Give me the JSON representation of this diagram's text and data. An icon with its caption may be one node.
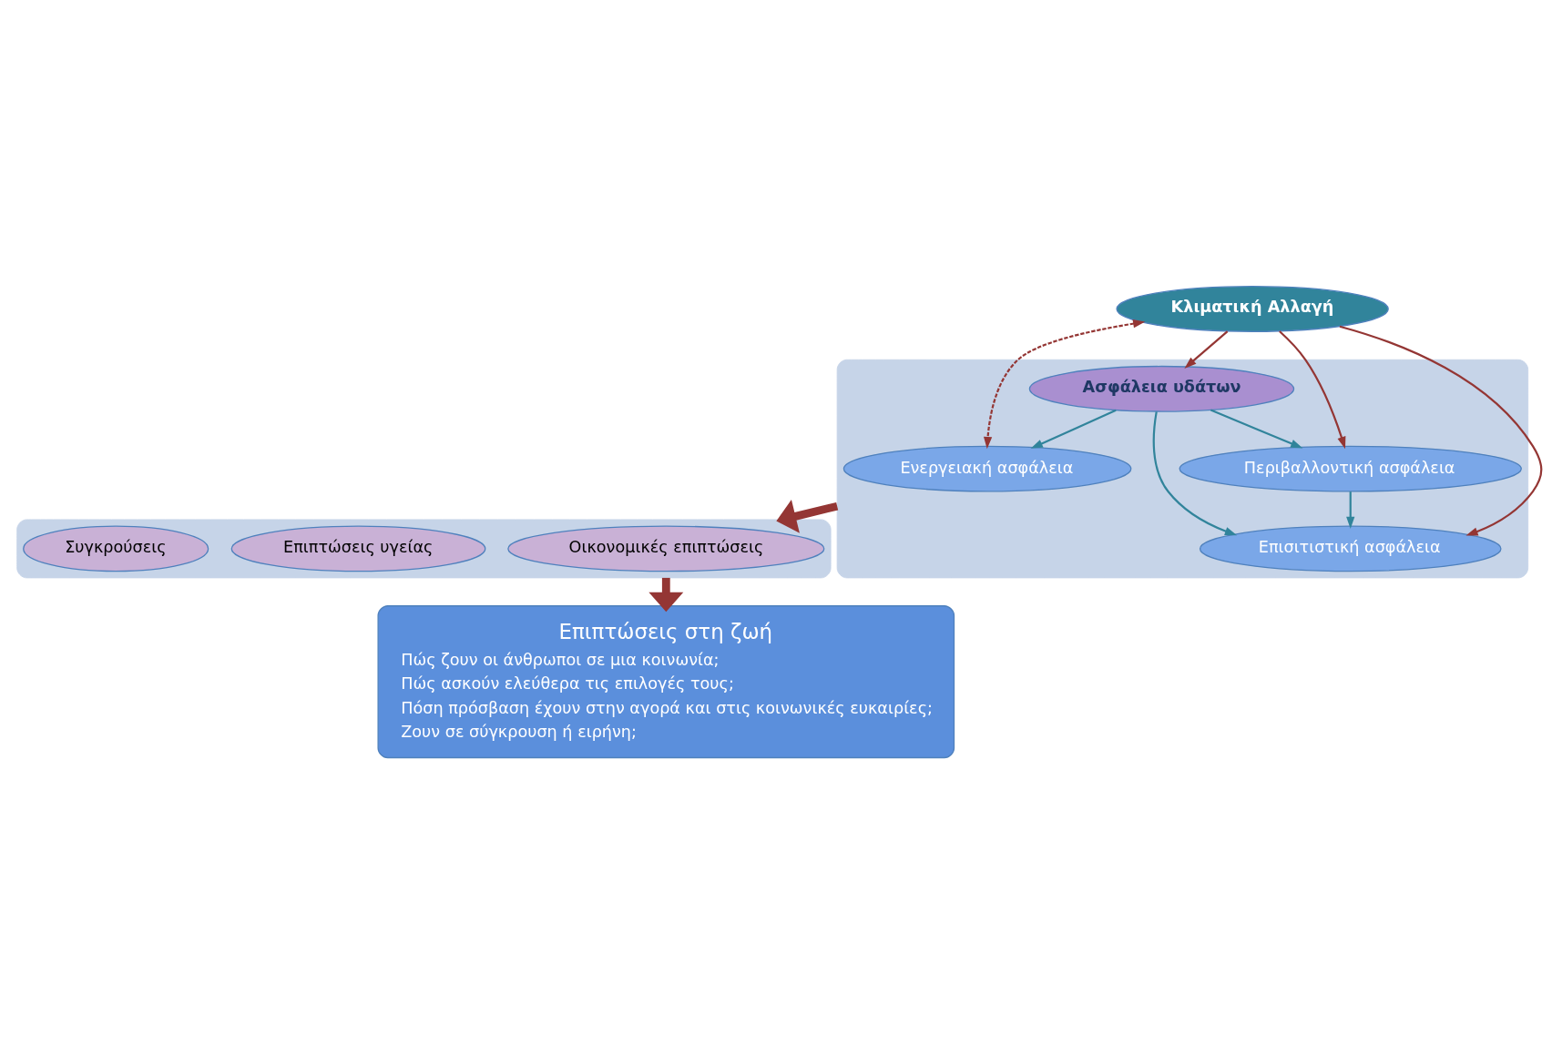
{
  "diagram": {
    "nodes": [
      {
        "text": [],
        "shape": "ellipse"
      },
      {
        "text": [
          "Κλιματική Αλλαγή"
        ]
      },
      {
        "text": [
          "Ενεργειακή ασφάλεια"
        ],
        "in": 0
      },
      {
        "text": [
          "Ασφάλεια υδάτων"
        ],
        "in": 0
      },
      {
        "text": [
          "Επισιτιστική ασφάλεια"
        ],
        "in": 0
      },
      {
        "text": [
          "Περιβαλλοντική ασφάλεια"
        ],
        "in": 0
      },
      {
        "text": [],
        "shape": "ellipse"
      },
      {
        "text": [
          "Οικονομικές επιπτώσεις"
        ],
        "in": 6
      },
      {
        "text": [
          "Επιπτώσεις υγείας"
        ],
        "in": 6
      },
      {
        "text": [
          "Συγκρούσεις"
        ],
        "in": 6
      },
      {
        "text": [
          "Επιπτώσεις στη ζωή",
          "Πώς ζουν οι άνθρωποι σε μια κοινωνία;",
          "Πώς ασκούν ελεύθερα τις επιλογές τους;",
          "Πόση πρόσβαση έχουν στην αγορά και στις κοινωνικές ευκαιρίες;",
          "Ζουν σε σύγκρουση ή ειρήνη;"
        ]
      }
    ],
    "edges": [
      {
        "from": 1,
        "to": 2,
        "arrow": "both",
        "style": "dashed"
      },
      {
        "from": 1,
        "to": 3,
        "arrow": "to"
      },
      {
        "from": 1,
        "to": 4,
        "arrow": "to"
      },
      {
        "from": 1,
        "to": 5,
        "arrow": "to"
      },
      {
        "from": 3,
        "to": 2,
        "arrow": "to",
        "color": "#31849b"
      },
      {
        "from": 3,
        "to": 4,
        "arrow": "to",
        "color": "#31849b"
      },
      {
        "from": 3,
        "to": 5,
        "arrow": "to",
        "color": "#31849b"
      },
      {
        "from": 5,
        "to": 4,
        "arrow": "to",
        "color": "#31849b"
      },
      {
        "from": 0,
        "to": 6,
        "arrow": "to",
        "style": "thick"
      },
      {
        "from": 6,
        "to": 10,
        "arrow": "to",
        "style": "thick"
      }
    ]
  }
}
